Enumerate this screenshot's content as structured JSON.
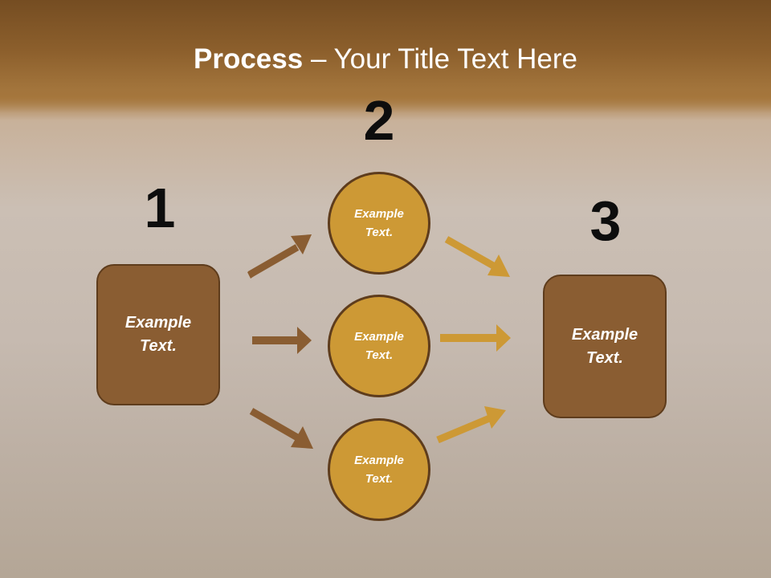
{
  "slide": {
    "title_bold": "Process",
    "title_rest": " – Your Title Text Here"
  },
  "steps": {
    "step1": "1",
    "step2": "2",
    "step3": "3"
  },
  "left_box": {
    "text": "Example\nText."
  },
  "right_box": {
    "text": "Example\nText."
  },
  "circles": [
    {
      "text": "Example\nText."
    },
    {
      "text": "Example\nText."
    },
    {
      "text": "Example\nText."
    }
  ],
  "colors": {
    "box_fill": "#8a5d32",
    "circle_fill": "#cd9935",
    "left_arrow": "#8a5d32",
    "right_arrow": "#cd9935"
  }
}
